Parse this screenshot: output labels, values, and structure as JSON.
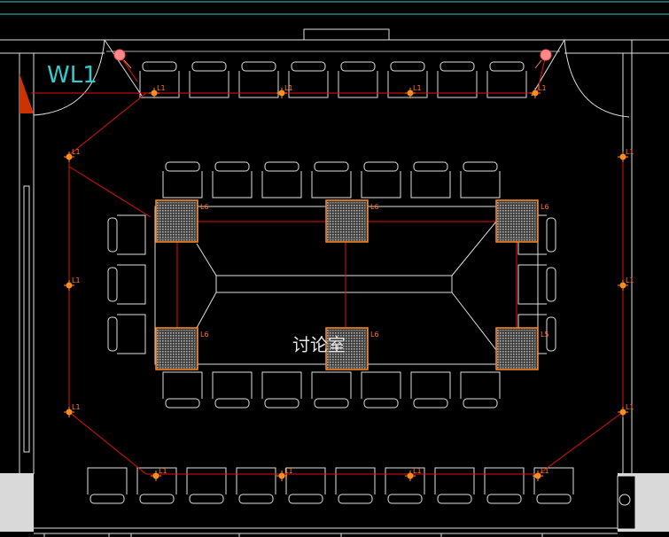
{
  "drawing": {
    "panel_label": "WL1",
    "room_name": "讨论室",
    "light_labels": {
      "downlight": "L1",
      "panel": "L6",
      "panel_alt": "L5"
    }
  },
  "colors": {
    "background": "#000000",
    "wall_line": "#e0e0e0",
    "wire": "#e01010",
    "fixture": "#ff8a1e",
    "panel_fill": "#888888",
    "cyan": "#33cccc"
  },
  "icons": {
    "downlight": "downlight-fixture-icon",
    "panel": "grille-panel-light-icon",
    "switch": "switch-icon",
    "distribution_box": "distribution-box-icon"
  }
}
